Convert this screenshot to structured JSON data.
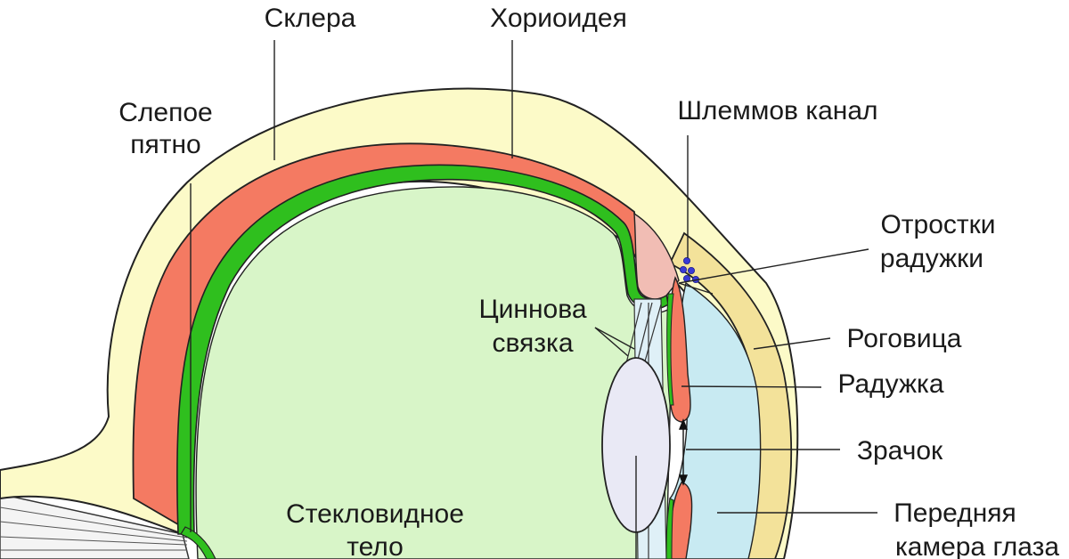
{
  "labels": {
    "sclera": "Склера",
    "choroid": "Хориоидея",
    "blind_spot_line1": "Слепое",
    "blind_spot_line2": "пятно",
    "schlemm_canal": "Шлеммов канал",
    "iris_processes_line1": "Отростки",
    "iris_processes_line2": "радужки",
    "zonule_line1": "Циннова",
    "zonule_line2": "связка",
    "cornea": "Роговица",
    "iris": "Радужка",
    "pupil": "Зрачок",
    "vitreous_line1": "Стекловидное",
    "vitreous_line2": "тело",
    "anterior_chamber_line1": "Передняя",
    "anterior_chamber_line2": "камера глаза"
  },
  "colors": {
    "sclera": "#fcfac8",
    "cornea": "#f3e29a",
    "choroid": "#f47a62",
    "retina": "#2fbf1e",
    "vitreous": "#d8f5c8",
    "aqueous": "#c8eaf2",
    "lens": "#e9e9f5",
    "ciliary_body": "#f1bdb4",
    "iris": "#f47a62",
    "schlemm_dots": "#3a3ad6"
  }
}
